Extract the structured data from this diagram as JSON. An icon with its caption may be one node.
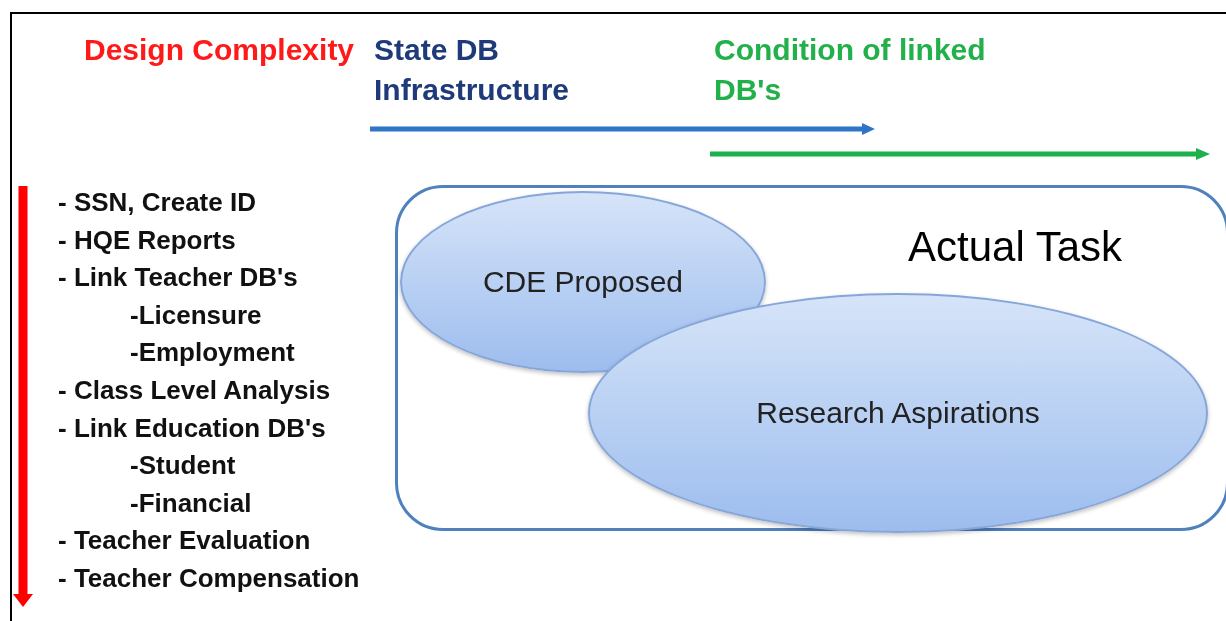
{
  "diagram": {
    "nodes": [
      {
        "text": [
          "Actual Task"
        ]
      },
      {
        "text": [
          "CDE Proposed"
        ],
        "in": 0
      },
      {
        "text": [
          "Research Aspirations"
        ],
        "in": 0
      }
    ],
    "edges": [],
    "labels": [
      "Design Complexity",
      "State DB Infrastructure",
      "Condition of linked DB's",
      "- SSN, Create ID",
      "- HQE Reports",
      "- Link Teacher DB's",
      "-Licensure",
      "-Employment",
      "- Class Level Analysis",
      "- Link Education DB's",
      "-Student",
      "-Financial",
      "- Teacher Evaluation",
      "- Teacher Compensation"
    ]
  }
}
